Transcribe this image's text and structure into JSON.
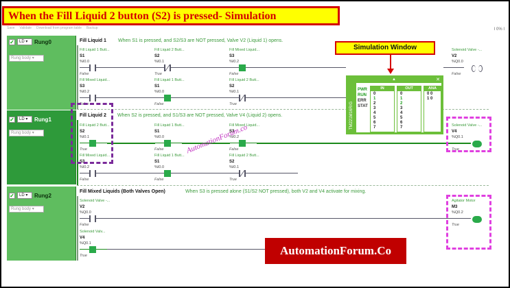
{
  "banner": {
    "title": "When the Fill Liquid 2 button (S2) is pressed- Simulation"
  },
  "top_right": "I 0% I",
  "toolbar": [
    "Save",
    "Validate",
    "Download from program table",
    "Backup"
  ],
  "rungs": [
    {
      "lang": "LD",
      "name": "Rung0",
      "body_label": "Rung body",
      "title": "Fill Liquid 1",
      "comment": "When S1 is pressed, and S2/S3 are NOT pressed, Valve V2 (Liquid 1) opens.",
      "row1": [
        {
          "comment": "Fill Liquid 1 Butt...",
          "name": "S1",
          "addr": "%I0.0",
          "state": "False"
        },
        {
          "comment": "Fill Liquid 2 Butt...",
          "name": "S2",
          "addr": "%I0.1",
          "state": "True"
        },
        {
          "comment": "Fill Mixed Liquid...",
          "name": "S3",
          "addr": "%I0.2",
          "state": "False"
        }
      ],
      "row2": [
        {
          "comment": "Fill Mixed Liquid...",
          "name": "S3",
          "addr": "%I0.2",
          "state": "False"
        },
        {
          "comment": "Fill Liquid 1 Butt...",
          "name": "S1",
          "addr": "%I0.0",
          "state": "False"
        },
        {
          "comment": "Fill Liquid 2 Butt...",
          "name": "S2",
          "addr": "%I0.1",
          "state": "True"
        }
      ],
      "coil": {
        "comment": "Solenoid Valve -...",
        "name": "V2",
        "addr": "%Q0.0",
        "state": "False"
      }
    },
    {
      "lang": "LD",
      "name": "Rung1",
      "body_label": "Rung body",
      "title": "Fill Liquid 2",
      "comment": "When S2 is pressed, and S1/S3 are NOT pressed, Valve V4 (Liquid 2) opens.",
      "row1": [
        {
          "comment": "Fill Liquid 2 Butt...",
          "name": "S2",
          "addr": "%I0.1",
          "state": "True"
        },
        {
          "comment": "Fill Liquid 1 Butt...",
          "name": "S1",
          "addr": "%I0.0",
          "state": "False"
        },
        {
          "comment": "Fill Mixed Liquid...",
          "name": "S3",
          "addr": "%I0.2",
          "state": "False"
        }
      ],
      "row2": [
        {
          "comment": "Fill Mixed Liquid...",
          "name": "S3",
          "addr": "%I0.2",
          "state": "False"
        },
        {
          "comment": "Fill Liquid 1 Butt...",
          "name": "S1",
          "addr": "%I0.0",
          "state": "False"
        },
        {
          "comment": "Fill Liquid 2 Butt...",
          "name": "S2",
          "addr": "%I0.1",
          "state": "True"
        }
      ],
      "coil": {
        "comment": "Solenoid Valve -...",
        "name": "V4",
        "addr": "%Q0.1",
        "state": "True"
      }
    },
    {
      "lang": "LD",
      "name": "Rung2",
      "body_label": "Rung body",
      "title": "Fill Mixed Liquids (Both Valves Open)",
      "comment": "When S3 is pressed alone (S1/S2 NOT pressed), both V2 and V4 activate for mixing.",
      "row1": [
        {
          "comment": "Solenoid Valve -...",
          "name": "V2",
          "addr": "%Q0.0",
          "state": "False"
        }
      ],
      "row2": [
        {
          "comment": "Solenoid Valv...",
          "name": "V4",
          "addr": "%Q0.1",
          "state": "True"
        }
      ],
      "coil": {
        "comment": "Agitator Motor",
        "name": "M3",
        "addr": "%Q0.2",
        "state": "True"
      }
    }
  ],
  "simulation": {
    "label": "Simulation Window",
    "model": "TM221M16R/G",
    "status": [
      "PWR",
      "RUN",
      "ERR",
      "STAT"
    ],
    "in_header": "IN",
    "out_header": "OUT",
    "ana_header": "ANA",
    "in_values": [
      "0",
      "1",
      "2",
      "3",
      "4",
      "5",
      "6",
      "7"
    ],
    "out_values": [
      "0",
      "1",
      "2",
      "3",
      "4",
      "5",
      "6",
      "7"
    ],
    "ana_values": [
      "0 0",
      "1 0"
    ]
  },
  "watermark": "AutomationForum.co",
  "brand": "AutomationForum.Co",
  "colors": {
    "banner_bg": "#ffff00",
    "banner_text": "#d40000",
    "rung_green": "#5fbd5f",
    "active_green": "#2aaa4a",
    "highlight_purple": "#7a2a9a",
    "highlight_pink": "#e040e0",
    "brand_red": "#c00000"
  }
}
